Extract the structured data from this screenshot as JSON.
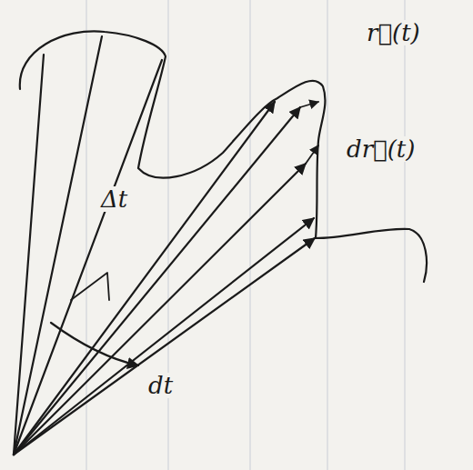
{
  "diagram": {
    "labels": [
      "r⃗(t)",
      "dr⃗(t)",
      "Δt",
      "dt"
    ]
  }
}
